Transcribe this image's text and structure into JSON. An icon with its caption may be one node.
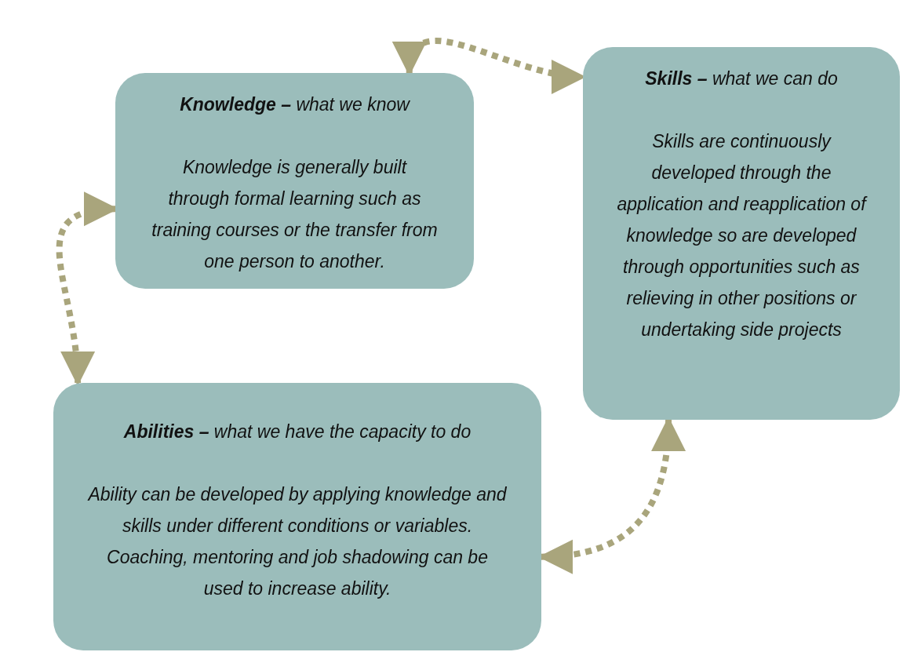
{
  "diagram": {
    "nodes": [
      {
        "text": [
          "**Knowledge –** what we know",
          "Knowledge is generally built through formal learning such as training courses or the transfer from one person to another."
        ]
      },
      {
        "text": [
          "**Skills –** what we can do",
          "Skills are continuously developed through the application and reapplication of knowledge so are developed through opportunities such as relieving in other positions or undertaking side projects"
        ]
      },
      {
        "text": [
          "**Abilities –** what we have the capacity to do",
          "Ability can be developed by applying knowledge and skills under different conditions or variables. Coaching, mentoring and job shadowing can be used to increase ability."
        ]
      }
    ],
    "edges": [
      {
        "from": 0,
        "to": 1,
        "arrow": "both",
        "style": "dashed"
      },
      {
        "from": 0,
        "to": 2,
        "arrow": "both",
        "style": "dashed"
      },
      {
        "from": 1,
        "to": 2,
        "arrow": "both",
        "style": "dashed"
      }
    ]
  }
}
